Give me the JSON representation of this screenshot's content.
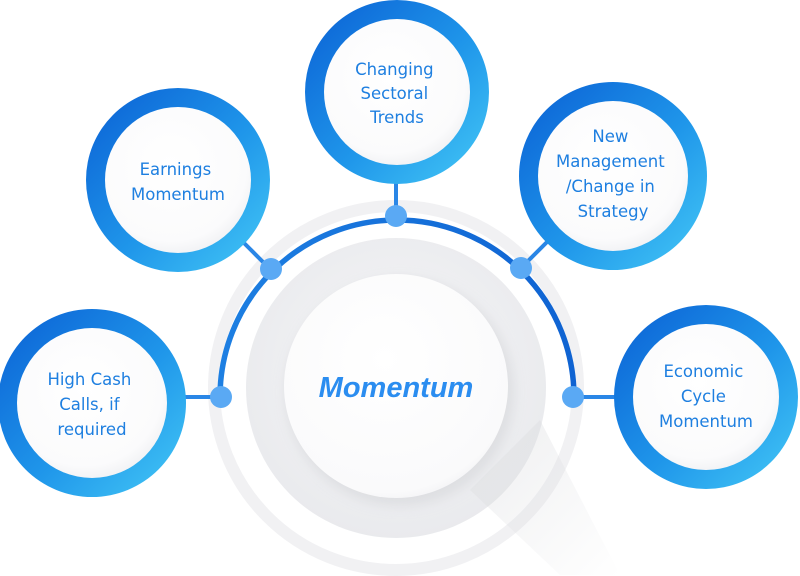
{
  "center": {
    "label": "Momentum"
  },
  "nodes": [
    {
      "id": "high-cash-calls",
      "lines": [
        "High Cash",
        "Calls, if",
        "required"
      ]
    },
    {
      "id": "earnings-momentum",
      "lines": [
        "Earnings",
        "Momentum"
      ]
    },
    {
      "id": "changing-sectoral-trends",
      "lines": [
        "Changing",
        "Sectoral",
        "Trends"
      ]
    },
    {
      "id": "new-management",
      "lines": [
        "New",
        "Management",
        "/Change in",
        "Strategy"
      ]
    },
    {
      "id": "economic-cycle-momentum",
      "lines": [
        "Economic",
        "Cycle",
        "Momentum"
      ]
    }
  ],
  "colors": {
    "ring_dark": "#0a62d6",
    "ring_light": "#3fc2f4",
    "connector": "#2a86e6",
    "dot": "#5aa9f4",
    "label_text": "#1e7fe0",
    "center_text": "#2b8df0",
    "center_disc": "#f3f3f5"
  }
}
